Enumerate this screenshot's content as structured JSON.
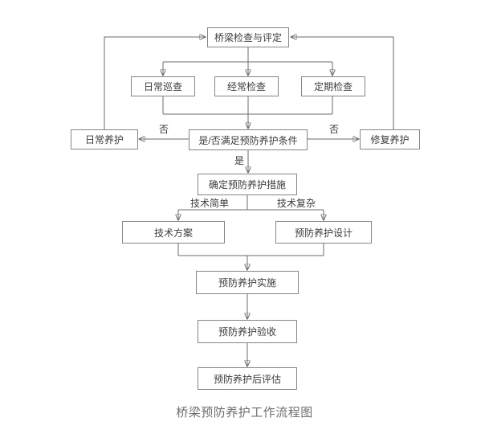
{
  "diagram": {
    "caption": "桥梁预防养护工作流程图",
    "nodes": {
      "inspection": "桥梁检查与评定",
      "daily_patrol": "日常巡查",
      "frequent_inspection": "经常检查",
      "periodic_inspection": "定期检查",
      "daily_maintenance": "日常养护",
      "condition": "是/否满足预防养护条件",
      "repair_maintenance": "修复养护",
      "determine_measures": "确定预防养护措施",
      "technical_plan": "技术方案",
      "prevention_design": "预防养护设计",
      "implementation": "预防养护实施",
      "acceptance": "预防养护验收",
      "post_evaluation": "预防养护后评估"
    },
    "edge_labels": {
      "no_left": "否",
      "no_right": "否",
      "yes": "是",
      "tech_simple": "技术简单",
      "tech_complex": "技术复杂"
    },
    "colors": {
      "box_border": "#858585",
      "text": "#3c3c3c",
      "line": "#6b6b6b",
      "caption": "#6e6e6e"
    }
  }
}
